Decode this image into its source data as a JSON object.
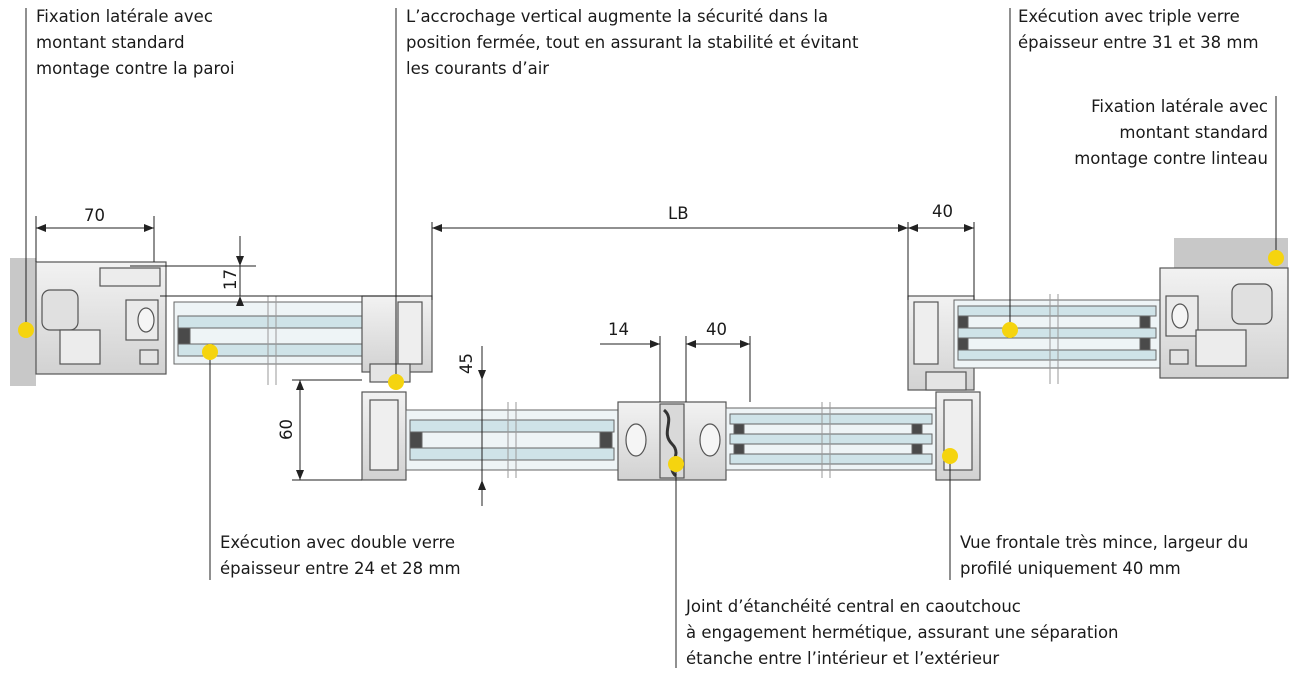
{
  "callouts": {
    "left_fixation": [
      "Fixation latérale avec",
      "montant standard",
      "montage contre la paroi"
    ],
    "vertical_hook": [
      "L’accrochage vertical augmente la sécurité dans la",
      "position fermée, tout en assurant la stabilité et évitant",
      "les courants d’air"
    ],
    "triple_glass": [
      "Exécution avec triple verre",
      "épaisseur entre 31 et 38 mm"
    ],
    "right_fixation": [
      "Fixation latérale avec",
      "montant standard",
      "montage contre linteau"
    ],
    "double_glass": [
      "Exécution avec double verre",
      "épaisseur entre 24 et 28 mm"
    ],
    "frontal_view": [
      "Vue frontale très mince, largeur du",
      "profilé uniquement 40 mm"
    ],
    "central_seal": [
      "Joint d’étanchéité central en caoutchouc",
      "à engagement hermétique, assurant une séparation",
      "étanche entre l’intérieur et l’extérieur"
    ]
  },
  "dimensions": {
    "d70": "70",
    "d17": "17",
    "dLB": "LB",
    "d40_top": "40",
    "d14": "14",
    "d40_mid": "40",
    "d45": "45",
    "d60": "60"
  },
  "colors": {
    "marker": "#f5d40f",
    "wall": "#c8c8c8",
    "glass": "#cfe3e8",
    "seal": "#4a4a4a",
    "profile": "#e6e6e6"
  }
}
